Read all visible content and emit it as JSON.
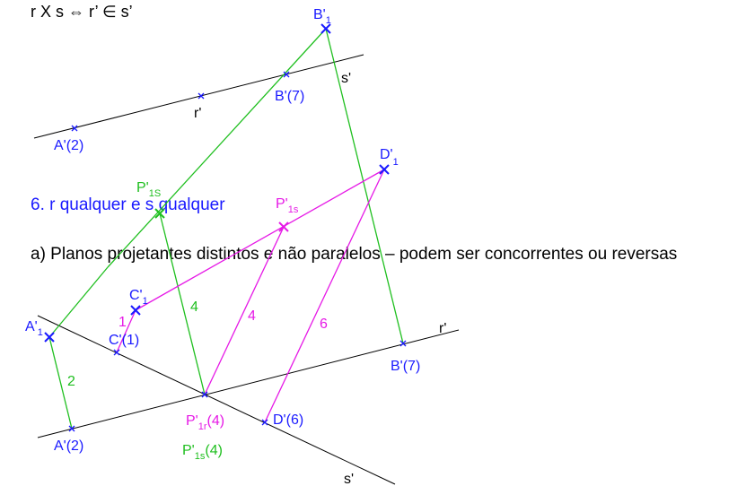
{
  "formula": "r X s ⇔ r’ ∈ s’",
  "section_title": "6. r qualquer e s qualquer",
  "subtitle": "a) Planos projetantes distintos e não paralelos – podem ser concorrentes ou reversas",
  "colors": {
    "line": "#000000",
    "blue": "#1a1aff",
    "green": "#1fbf1f",
    "magenta": "#e619e6"
  },
  "top_figure": {
    "A_prime": "A'(2)",
    "r_prime": "r'",
    "B_prime": "B'(7)",
    "s_prime": "s'",
    "B1_main": "B'",
    "B1_sub": "1"
  },
  "bottom_figure": {
    "A1_main": "A'",
    "A1_sub": "1",
    "C1_main": "C'",
    "C1_sub": "1",
    "C_prime": "C'(1)",
    "D1_main": "D'",
    "D1_sub": "1",
    "P1s_green_main": "P'",
    "P1s_green_sub": "1S",
    "P1s_magenta_main": "P'",
    "P1s_magenta_sub": "1s",
    "A_prime": "A'(2)",
    "B_prime": "B'(7)",
    "D_prime": "D'(6)",
    "r_prime": "r'",
    "s_prime": "s'",
    "P1r_main": "P'",
    "P1r_sub": "1r",
    "P1r_tail": "(4)",
    "P1s_below_main": "P'",
    "P1s_below_sub": "1s",
    "P1s_below_tail": "(4)",
    "dist_A": "2",
    "dist_C": "1",
    "dist_P_green": "4",
    "dist_P_magenta": "4",
    "dist_D": "6"
  }
}
